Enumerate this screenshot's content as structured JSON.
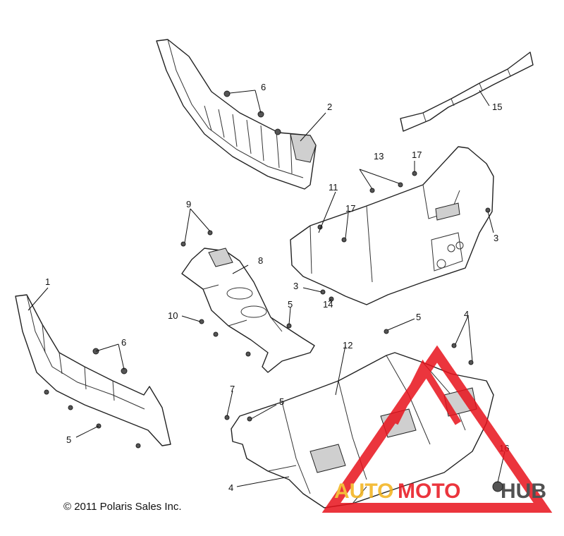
{
  "diagram": {
    "callouts": {
      "c1": "1",
      "c2": "2",
      "c3a": "3",
      "c3b": "3",
      "c4a": "4",
      "c4b": "4",
      "c5a": "5",
      "c5b": "5",
      "c5c": "5",
      "c5d": "5",
      "c6a": "6",
      "c6b": "6",
      "c7": "7",
      "c8": "8",
      "c9": "9",
      "c10": "10",
      "c11": "11",
      "c12": "12",
      "c13": "13",
      "c14": "14",
      "c15": "15",
      "c16": "16",
      "c17a": "17",
      "c17b": "17"
    },
    "copyright": "© 2011 Polaris Sales Inc."
  },
  "watermark": {
    "auto": "AUTO",
    "moto": "MOTO",
    "hub": "HUB",
    "colors": {
      "auto": "#f3b21a",
      "moto": "#e8121c",
      "hub": "#333333"
    }
  }
}
